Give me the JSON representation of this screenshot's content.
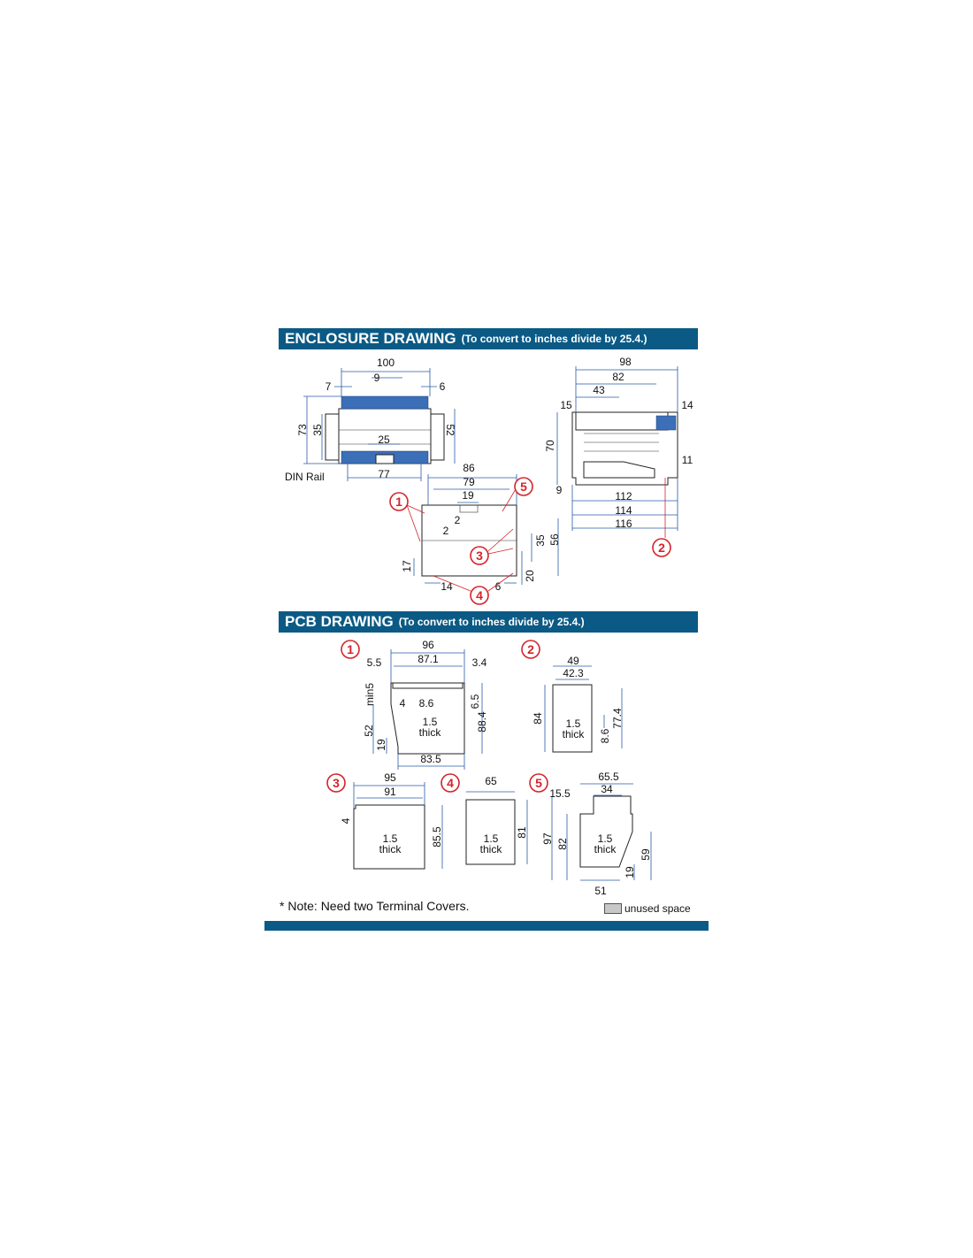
{
  "enclosure": {
    "title": "ENCLOSURE DRAWING",
    "subtitle": "(To convert to inches divide by 25.4.)",
    "din_rail": "DIN Rail",
    "front_dims": [
      "100",
      "9",
      "7",
      "6",
      "73",
      "35",
      "52",
      "25",
      "77"
    ],
    "side_dims": [
      "98",
      "82",
      "43",
      "15",
      "14",
      "70",
      "11",
      "9",
      "112",
      "114",
      "116"
    ],
    "bottom_dims": [
      "86",
      "79",
      "19",
      "2",
      "2",
      "35",
      "56",
      "17",
      "14",
      "6",
      "20"
    ]
  },
  "pcb": {
    "title": "PCB DRAWING",
    "subtitle": "(To convert to inches divide by 25.4.)",
    "p1_dims": [
      "96",
      "87.1",
      "5.5",
      "3.4",
      "min5",
      "4",
      "8.6",
      "6.5",
      "52",
      "88.4",
      "19",
      "83.5"
    ],
    "p2_dims": [
      "49",
      "42.3",
      "84",
      "77.4",
      "8.6"
    ],
    "p3_dims": [
      "95",
      "91",
      "4",
      "85.5"
    ],
    "p4_dims": [
      "65",
      "81"
    ],
    "p5_dims": [
      "65.5",
      "34",
      "15.5",
      "97",
      "82",
      "59",
      "19",
      "51"
    ],
    "thick_value": "1.5",
    "thick_word": "thick"
  },
  "callouts": [
    "1",
    "2",
    "3",
    "4",
    "5"
  ],
  "note": "* Note: Need two Terminal Covers.",
  "legend": "unused space",
  "colors": {
    "banner": "#0b5a85",
    "dimension": "#2a5aa8",
    "callout": "#d4242b",
    "terminal": "#3b6fb7",
    "unused": "#c8c8c8"
  }
}
